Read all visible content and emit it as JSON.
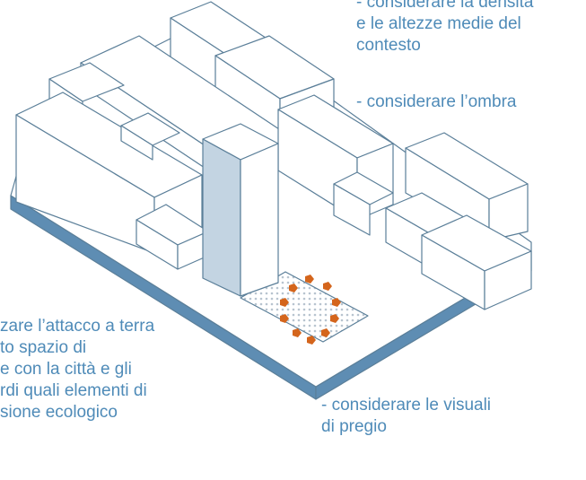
{
  "annotations": {
    "top_right": {
      "lines": [
        "- considerare la densità",
        "e le altezze medie del",
        "contesto"
      ]
    },
    "shadow": {
      "lines": [
        "- considerare l’ombra"
      ]
    },
    "left": {
      "lines": [
        "zare l’attacco a terra",
        "to spazio di",
        "e con la città e gli",
        "rdi quali elementi di",
        "sione ecologico"
      ]
    },
    "bottom_right": {
      "lines": [
        "- considerare le visuali",
        "di pregio"
      ]
    }
  },
  "colors": {
    "text": "#4f8bb8",
    "outline": "#5b7f99",
    "base_side": "#5e8db3",
    "tower_shade": "#c3d4e2",
    "building_fill": "#ffffff",
    "plaza_dots": "#b8c4cf",
    "tree_markers": "#d4651c"
  },
  "icons": {
    "tree_marker": "orange-pentagon-marker"
  }
}
